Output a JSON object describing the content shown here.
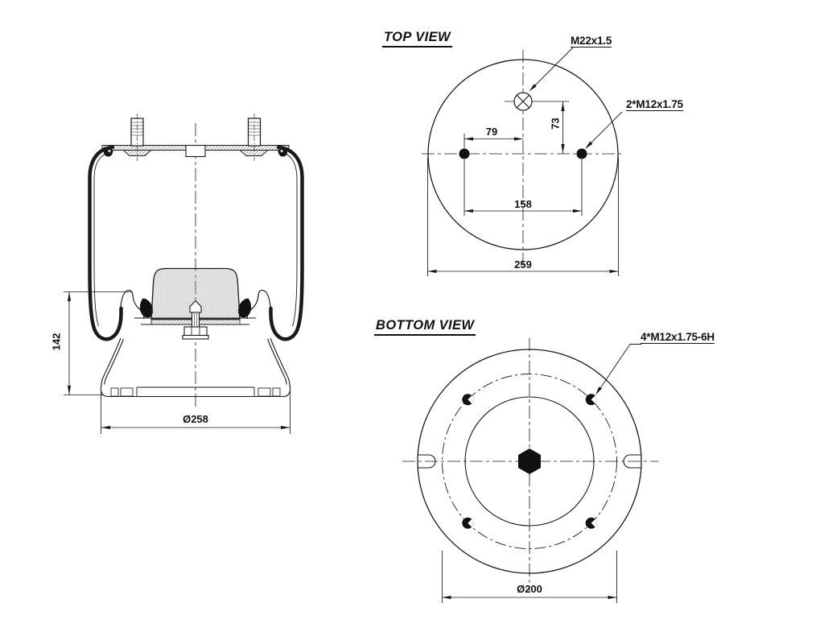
{
  "views": {
    "side": {
      "dims": {
        "height": "142",
        "base_diameter": "Ø258"
      }
    },
    "top": {
      "title": "TOP VIEW",
      "port_label": "M22x1.5",
      "stud_label": "2*M12x1.75",
      "dims": {
        "stud_offset_x": "79",
        "port_offset_y": "73",
        "stud_spacing": "158",
        "overall_width": "259"
      }
    },
    "bottom": {
      "title": "BOTTOM VIEW",
      "hole_label": "4*M12x1.75-6H",
      "dims": {
        "bolt_circle": "Ø200"
      }
    }
  },
  "colors": {
    "line": "#1a1a1a",
    "fill_dark": "#111111",
    "background": "#ffffff"
  }
}
